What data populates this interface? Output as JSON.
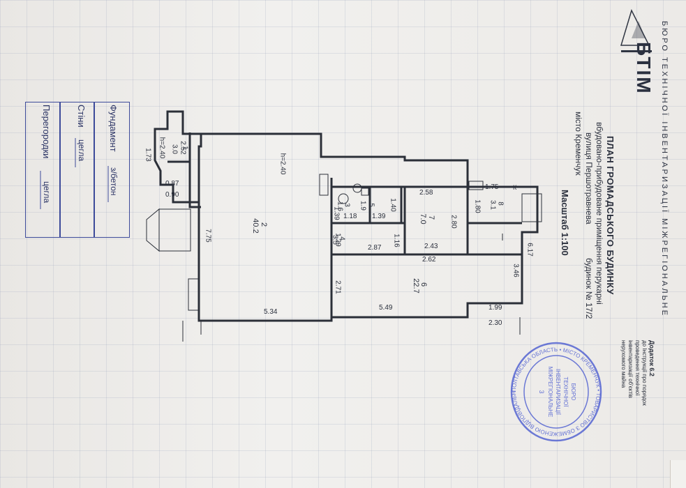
{
  "header": {
    "bureau_name": "БЮРО ТЕХНІЧНОЇ ІНВЕНТАРИЗАЦІЇ МІЖРЕГІОНАЛЬНЕ",
    "logo_text": "БТІМ",
    "title": "ПЛАН ГРОМАДСЬКОГО БУДИНКУ",
    "subtitle": "вбудовано-прибудоване приміщення перукарні",
    "street": "вулиця Першотравнева",
    "house": "будинок № 17/2",
    "city": "місто Кременчук",
    "scale": "Масштаб 1:100"
  },
  "appendix": {
    "title": "Додаток 6.2",
    "lines": [
      "до Інструкції про порядок",
      "проведення технічної",
      "інвентаризації об'єктів",
      "нерухомого майна"
    ]
  },
  "legend": {
    "rows": [
      {
        "label": "Фундамент",
        "value": "з/бетон"
      },
      {
        "label": "Стіни",
        "value": "цегла"
      },
      {
        "label": "Перегородки",
        "value": "цегла"
      }
    ]
  },
  "plan": {
    "heights": {
      "h1": "h=2.40",
      "h2": "h=2.40"
    },
    "rooms": [
      {
        "number": "1",
        "area": "3.0"
      },
      {
        "number": "2",
        "area": "40.2"
      },
      {
        "number": "3",
        "area": "1.6"
      },
      {
        "number": "4",
        "area": "3.5"
      },
      {
        "number": "5",
        "area": "1.9"
      },
      {
        "number": "6",
        "area": "22.7"
      },
      {
        "number": "7",
        "area": "7.0"
      },
      {
        "number": "8",
        "area": "3.1"
      }
    ],
    "dimensions": {
      "d252": "2.52",
      "d173": "1.73",
      "d087": "0.87",
      "d090": "0.90",
      "d775": "7.75",
      "d534": "5.34",
      "d129": "1.29",
      "d118": "1.18",
      "d139a": "1.39",
      "d140": "1.40",
      "d139b": "1.39",
      "d116": "1.16",
      "d287": "2.87",
      "d271": "2.71",
      "d549": "5.49",
      "d258": "2.58",
      "d280": "2.80",
      "d243": "2.43",
      "d262": "2.62",
      "d175": "1.75",
      "d180": "1.80",
      "d617": "6.17",
      "d346": "3.46",
      "d199": "1.99",
      "d230": "2.30"
    },
    "markers": {
      "k": "К"
    }
  },
  "stamp": {
    "outer_text": "ПОЛТАВСЬКА ОБЛАСТЬ • МІСТО КРЕМЕНЧУК • ТОВАРИСТВО З ОБМЕЖЕНОЮ ВІДПОВІДАЛЬНІСТЮ •",
    "line1": "БЮРО",
    "line2": "ТЕХНІЧНОЇ",
    "line3": "ІНВЕНТАРИЗАЦІЇ",
    "line4": "МІЖРЕГІОНАЛЬНЕ",
    "line5": "3"
  }
}
